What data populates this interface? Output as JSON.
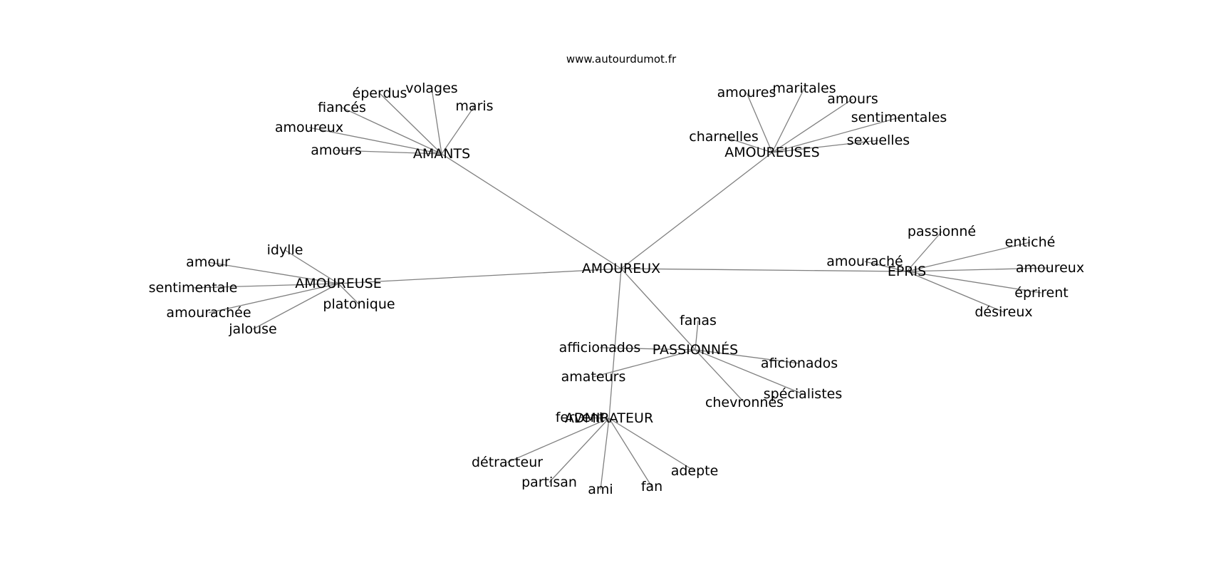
{
  "site_label": "www.autourdumot.fr",
  "colors": {
    "edge": "#808080",
    "text": "#000000",
    "background": "#ffffff"
  },
  "graph": {
    "root": "AMOUREUX",
    "groups": [
      {
        "hub": "AMANTS",
        "leaves": [
          "éperdus",
          "volages",
          "maris",
          "fiancés",
          "amoureux",
          "amours"
        ]
      },
      {
        "hub": "AMOUREUSES",
        "leaves": [
          "amoures",
          "maritales",
          "amours",
          "sentimentales",
          "charnelles",
          "sexuelles"
        ]
      },
      {
        "hub": "AMOUREUSE",
        "leaves": [
          "idylle",
          "amour",
          "sentimentale",
          "amourachée",
          "jalouse",
          "platonique"
        ]
      },
      {
        "hub": "ÉPRIS",
        "leaves": [
          "passionné",
          "entiché",
          "amouraché",
          "amoureux",
          "éprirent",
          "désireux"
        ]
      },
      {
        "hub": "PASSIONNÉS",
        "leaves": [
          "fanas",
          "afficionados",
          "aficionados",
          "amateurs",
          "spécialistes",
          "chevronnés"
        ]
      },
      {
        "hub": "ADMIRATEUR",
        "leaves": [
          "fervent",
          "détracteur",
          "partisan",
          "ami",
          "fan",
          "adepte"
        ]
      }
    ]
  }
}
